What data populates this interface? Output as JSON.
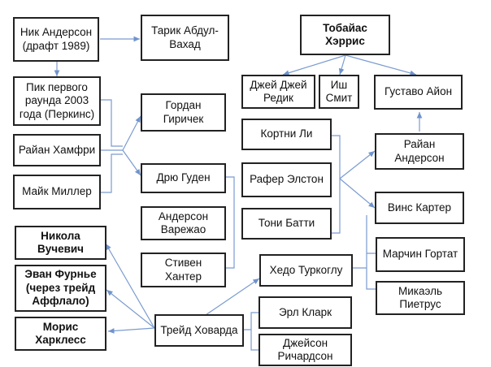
{
  "nodes": [
    {
      "id": "anderson",
      "label": "Ник Андерсон\n(драфт 1989)",
      "bold": false
    },
    {
      "id": "abdul",
      "label": "Тарик Абдул-\nВахад",
      "bold": false
    },
    {
      "id": "harris",
      "label": "Тобайас\nХэррис",
      "bold": true
    },
    {
      "id": "pick2003",
      "label": "Пик первого\nраунда 2003\nгода (Перкинс)",
      "bold": false
    },
    {
      "id": "humphrey",
      "label": "Райан Хамфри",
      "bold": false
    },
    {
      "id": "miller",
      "label": "Майк Миллер",
      "bold": false
    },
    {
      "id": "giricek",
      "label": "Гордан\nГиричек",
      "bold": false
    },
    {
      "id": "gooden",
      "label": "Дрю Гуден",
      "bold": false
    },
    {
      "id": "varejao",
      "label": "Андерсон\nВарежао",
      "bold": false
    },
    {
      "id": "hunter",
      "label": "Стивен\nХантер",
      "bold": false
    },
    {
      "id": "redick",
      "label": "Джей Джей\nРедик",
      "bold": false
    },
    {
      "id": "smith",
      "label": "Иш\nСмит",
      "bold": false
    },
    {
      "id": "ayon",
      "label": "Густаво Айон",
      "bold": false
    },
    {
      "id": "lee",
      "label": "Кортни Ли",
      "bold": false
    },
    {
      "id": "alston",
      "label": "Рафер Элстон",
      "bold": false
    },
    {
      "id": "battie",
      "label": "Тони Батти",
      "bold": false
    },
    {
      "id": "randerson",
      "label": "Райан\nАндерсон",
      "bold": false
    },
    {
      "id": "carter",
      "label": "Винс Картер",
      "bold": false
    },
    {
      "id": "gortat",
      "label": "Марчин Гортат",
      "bold": false
    },
    {
      "id": "pietrus",
      "label": "Микаэль\nПиетрус",
      "bold": false
    },
    {
      "id": "turkoglu",
      "label": "Хедо Туркоглу",
      "bold": false
    },
    {
      "id": "vucevic",
      "label": "Никола\nВучевич",
      "bold": true
    },
    {
      "id": "fournier",
      "label": "Эван Фурнье\n(через трейд\nАффлало)",
      "bold": true
    },
    {
      "id": "harkless",
      "label": "Морис\nХарклесс",
      "bold": true
    },
    {
      "id": "howard",
      "label": "Трейд Ховарда",
      "bold": false
    },
    {
      "id": "clark",
      "label": "Эрл Кларк",
      "bold": false
    },
    {
      "id": "richardson",
      "label": "Джейсон\nРичардсон",
      "bold": false
    }
  ]
}
